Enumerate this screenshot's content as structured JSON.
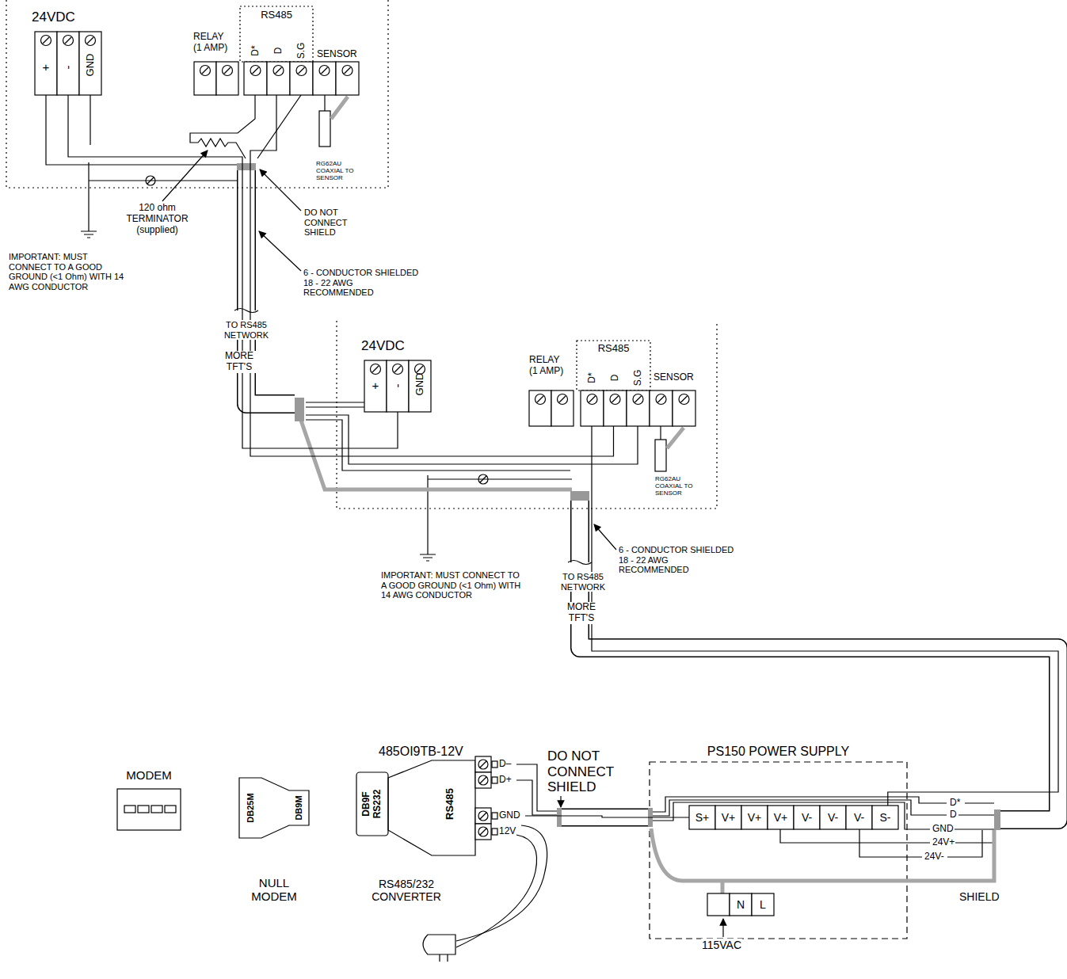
{
  "diagram": {
    "nodes": [
      {
        "text": [
          "24VDC",
          "+",
          "-",
          "GND"
        ]
      },
      {
        "text": [
          "RELAY (1 AMP)"
        ]
      },
      {
        "text": [
          "RS485",
          "D*",
          "D",
          "S.G"
        ]
      },
      {
        "text": [
          "SENSOR"
        ]
      },
      {
        "text": [
          "24VDC",
          "+",
          "-",
          "GND"
        ]
      },
      {
        "text": [
          "RELAY (1 AMP)"
        ]
      },
      {
        "text": [
          "RS485",
          "D*",
          "D",
          "S.G"
        ]
      },
      {
        "text": [
          "SENSOR"
        ]
      },
      {
        "text": [
          "MODEM"
        ]
      },
      {
        "text": [
          "DB25M",
          "DB9M",
          "NULL MODEM"
        ]
      },
      {
        "text": [
          "485OI9TB-12V",
          "DB9F RS232",
          "RS485",
          "D–",
          "D+",
          "GND",
          "12V",
          "RS485/232 CONVERTER"
        ]
      },
      {
        "text": [
          "PS150 POWER SUPPLY"
        ]
      },
      {
        "text": [
          "S+",
          "V+",
          "V+",
          "V+",
          "V-",
          "V-",
          "V-",
          "S-"
        ],
        "in": 11
      },
      {
        "text": [
          "N",
          "L"
        ],
        "in": 11
      }
    ],
    "edges": [
      {
        "from": 0,
        "to": 4,
        "arrow": "none"
      },
      {
        "from": 2,
        "to": 6,
        "arrow": "none"
      },
      {
        "from": 10,
        "to": 12,
        "arrow": "none"
      },
      {
        "from": 12,
        "to": 6,
        "arrow": "none"
      }
    ],
    "labels": [
      "120 ohm TERMINATOR (supplied)",
      "DO NOT CONNECT SHIELD",
      "RG62AU COAXIAL TO SENSOR",
      "IMPORTANT: MUST CONNECT TO A GOOD GROUND (<1 Ohm) WITH 14 AWG CONDUCTOR",
      "6 - CONDUCTOR SHIELDED 18 - 22 AWG RECOMMENDED",
      "TO RS485 NETWORK",
      "MORE TFT'S",
      "RG62AU COAXIAL TO SENSOR",
      "IMPORTANT: MUST CONNECT TO A GOOD GROUND (<1 Ohm) WITH 14 AWG CONDUCTOR",
      "6 - CONDUCTOR SHIELDED 18 - 22 AWG RECOMMENDED",
      "TO RS485 NETWORK",
      "MORE TFT'S",
      "DO NOT CONNECT SHIELD",
      "D*",
      "D",
      "GND",
      "24V+",
      "24V-",
      "SHIELD",
      "115VAC"
    ]
  }
}
